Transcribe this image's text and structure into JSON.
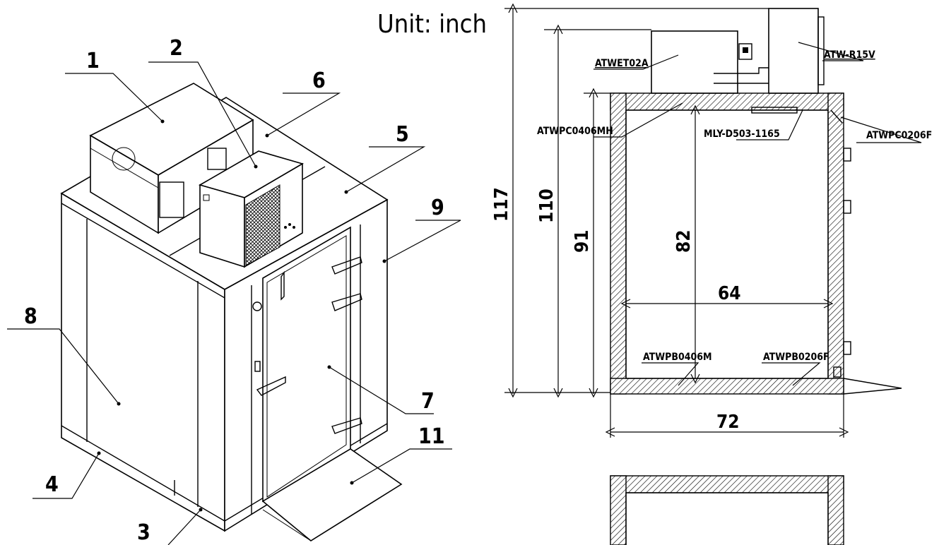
{
  "unit_label": "Unit: inch",
  "callouts": [
    "1",
    "2",
    "3",
    "4",
    "5",
    "6",
    "7",
    "8",
    "9",
    "11"
  ],
  "dimensions": {
    "overall_height": "117",
    "condenser_height": "110",
    "wall_height": "91",
    "interior_height": "82",
    "interior_width": "64",
    "exterior_width": "72"
  },
  "parts": {
    "condensing_unit": "ATWET02A",
    "evaporator": "ATW-R15V",
    "ceiling_panel": "ATWPC0406MH",
    "ceiling_light": "MLY-D503-1165",
    "corner_panel": "ATWPC0206F",
    "floor_panel_a": "ATWPB0406M",
    "floor_panel_b": "ATWPB0206F"
  }
}
